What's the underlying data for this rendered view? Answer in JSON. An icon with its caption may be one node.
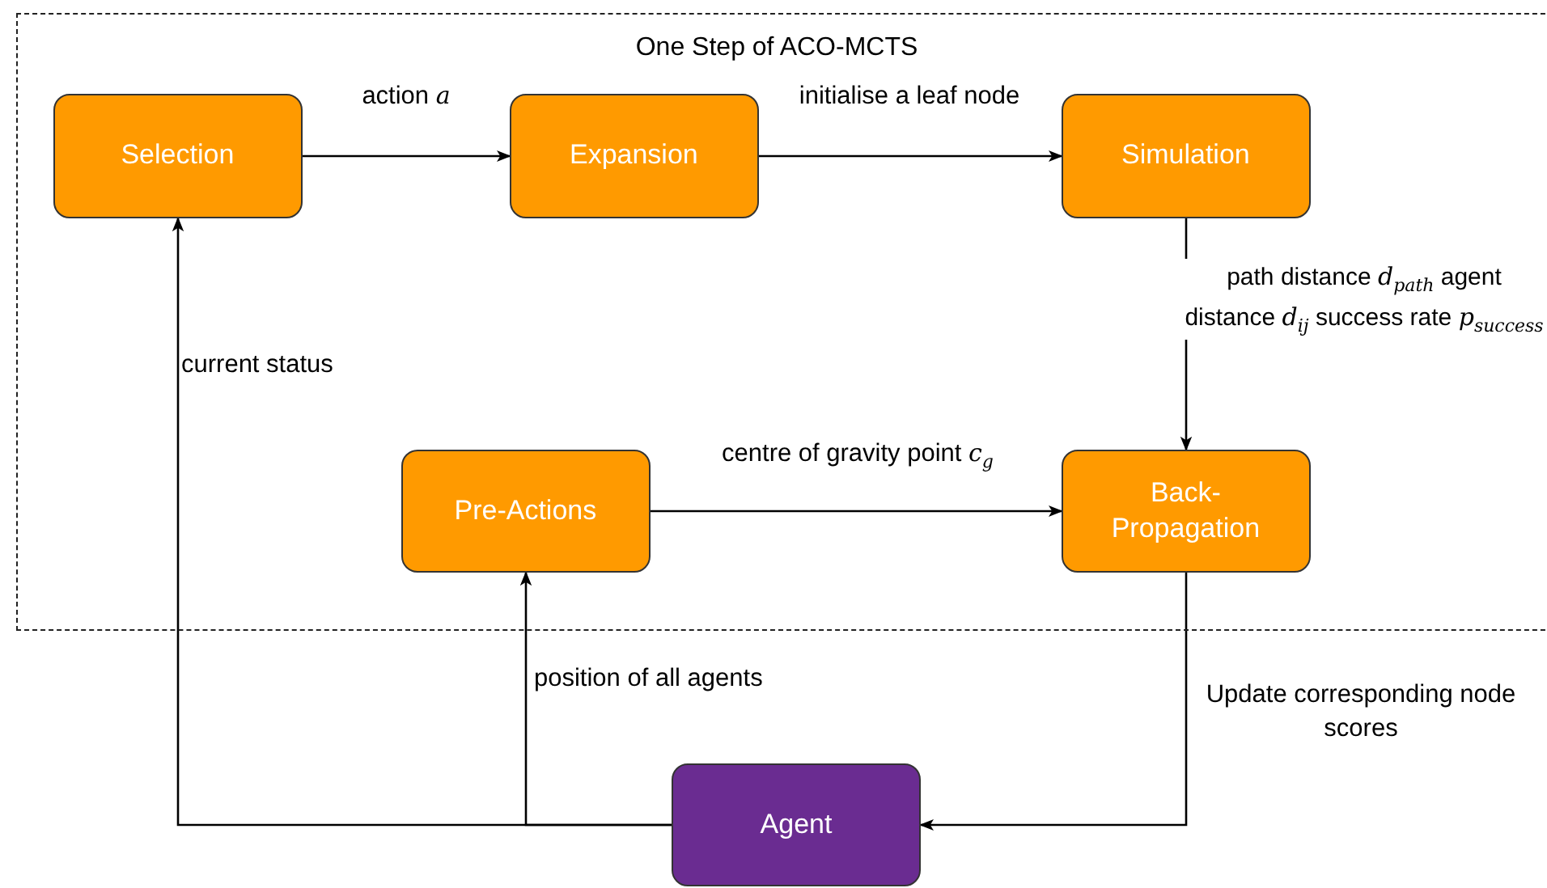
{
  "diagram": {
    "nodes": [
      {
        "text": [
          "One Step of ACO-MCTS"
        ]
      },
      {
        "text": [
          "Selection"
        ],
        "in": 0
      },
      {
        "text": [
          "Expansion"
        ],
        "in": 0
      },
      {
        "text": [
          "Simulation"
        ],
        "in": 0
      },
      {
        "text": [
          "Pre-Actions"
        ],
        "in": 0
      },
      {
        "text": [
          "Back-Propagation"
        ],
        "in": 0
      },
      {
        "text": [
          "Agent"
        ]
      }
    ],
    "edges": [
      {
        "from": 1,
        "to": 2,
        "arrow": "to",
        "label": "action *a*"
      },
      {
        "from": 2,
        "to": 3,
        "arrow": "to",
        "label": "initialise a leaf node"
      },
      {
        "from": 3,
        "to": 5,
        "arrow": "to",
        "label": "path distance *d*$_{path}$ agent distance *d*$_{ij}$ success rate *p*$_{success}$"
      },
      {
        "from": 4,
        "to": 5,
        "arrow": "to",
        "label": "centre of gravity point *c*$_{g}$"
      },
      {
        "from": 5,
        "to": 6,
        "arrow": "to",
        "label": "Update corresponding node scores"
      },
      {
        "from": 6,
        "to": 1,
        "arrow": "to",
        "label": "current status"
      },
      {
        "from": 6,
        "to": 4,
        "arrow": "to",
        "label": "position of all agents"
      }
    ]
  }
}
